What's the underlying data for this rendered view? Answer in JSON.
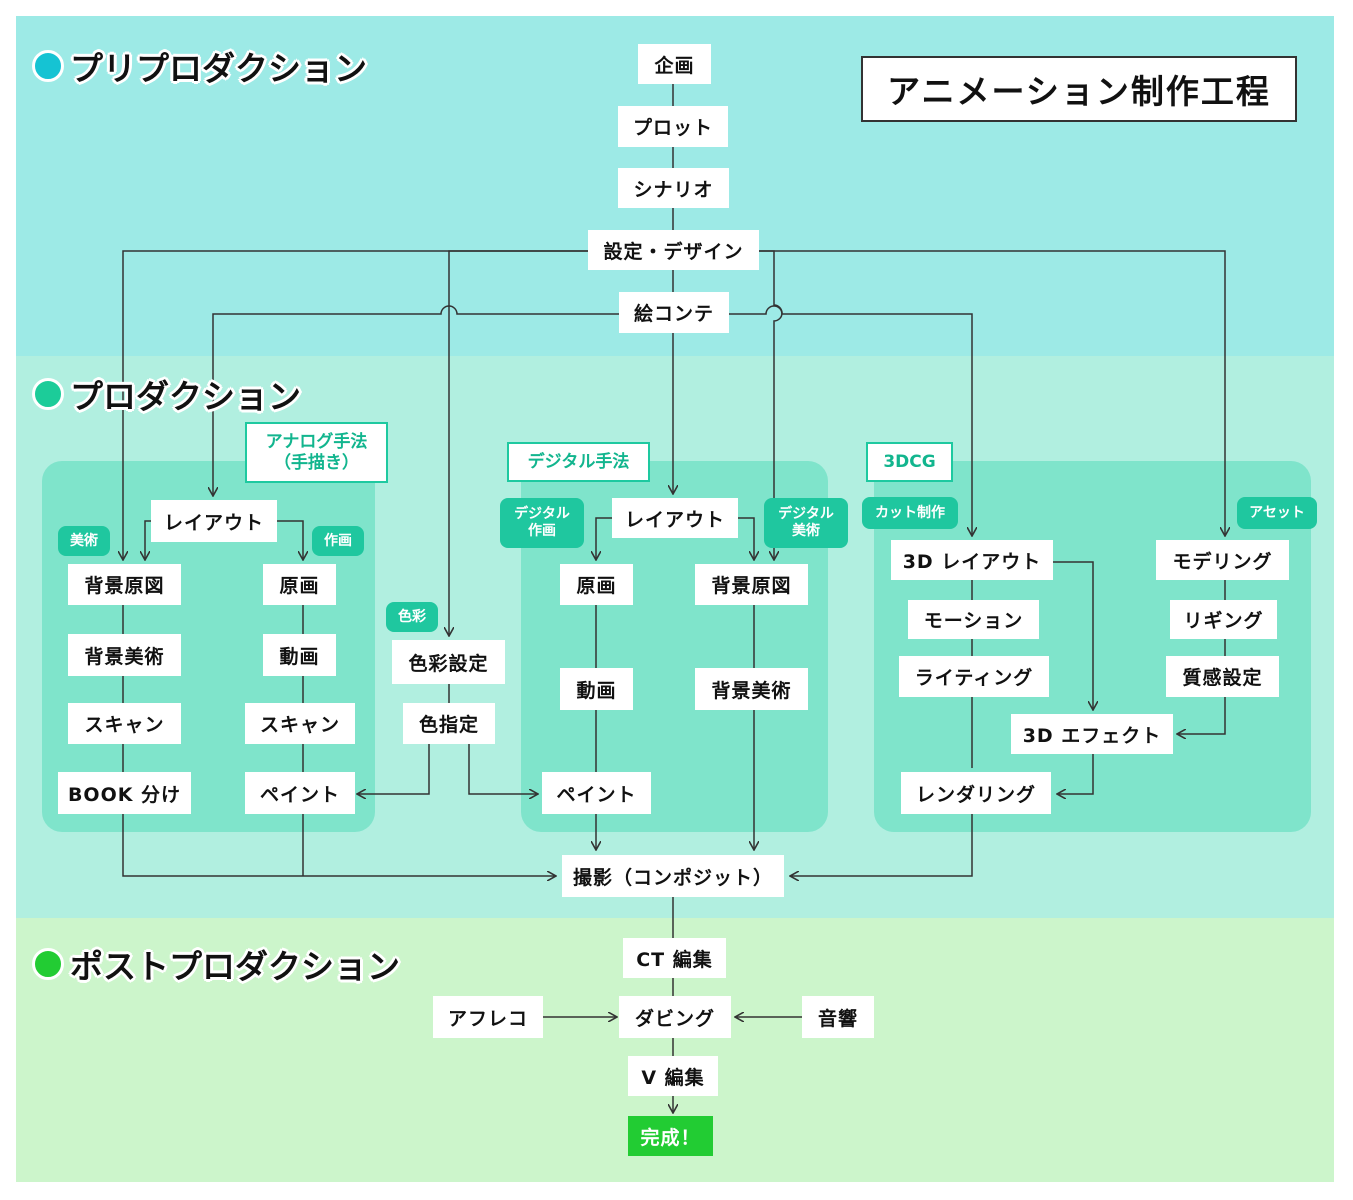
{
  "title": "アニメーション制作工程",
  "colors": {
    "preproduction": "#9deae6",
    "production": "#b1efe0",
    "postproduction": "#ccf5cb",
    "panel": "#7fe4cb",
    "accent": "#1fc79f",
    "complete": "#22cc33"
  },
  "phases": {
    "pre": {
      "label": "プリプロダクション",
      "dot_color": "#15c3d3"
    },
    "pro": {
      "label": "プロダクション",
      "dot_color": "#1ccc99"
    },
    "post": {
      "label": "ポストプロダクション",
      "dot_color": "#22cc33"
    }
  },
  "methods": {
    "analog": "アナログ手法\n（手描き）",
    "digital": "デジタル手法",
    "cg": "3DCG"
  },
  "tags": {
    "bijutsu": "美術",
    "sakuga": "作画",
    "shikisai": "色彩",
    "digital_sakuga": "デジタル\n作画",
    "digital_bijutsu": "デジタル\n美術",
    "cut": "カット制作",
    "asset": "アセット"
  },
  "nodes": {
    "kikaku": "企画",
    "plot": "プロット",
    "scenario": "シナリオ",
    "settei": "設定・デザイン",
    "ekonte": "絵コンテ",
    "a_layout": "レイアウト",
    "a_haikei_gen": "背景原図",
    "a_haikei_bi": "背景美術",
    "a_scan1": "スキャン",
    "a_book": "BOOK 分け",
    "a_genga": "原画",
    "a_douga": "動画",
    "a_scan2": "スキャン",
    "a_paint": "ペイント",
    "shikisai_settei": "色彩設定",
    "iro_shitei": "色指定",
    "d_layout": "レイアウト",
    "d_genga": "原画",
    "d_douga": "動画",
    "d_paint": "ペイント",
    "d_haikei_gen": "背景原図",
    "d_haikei_bi": "背景美術",
    "c_layout": "3D レイアウト",
    "c_motion": "モーション",
    "c_lighting": "ライティング",
    "c_effect": "3D エフェクト",
    "c_render": "レンダリング",
    "c_model": "モデリング",
    "c_rig": "リギング",
    "c_shitsu": "質感設定",
    "satsuei": "撮影（コンポジット）",
    "ct": "CT 編集",
    "afureko": "アフレコ",
    "dubbing": "ダビング",
    "onkyo": "音響",
    "v_edit": "V 編集",
    "kansei": "完成！"
  }
}
